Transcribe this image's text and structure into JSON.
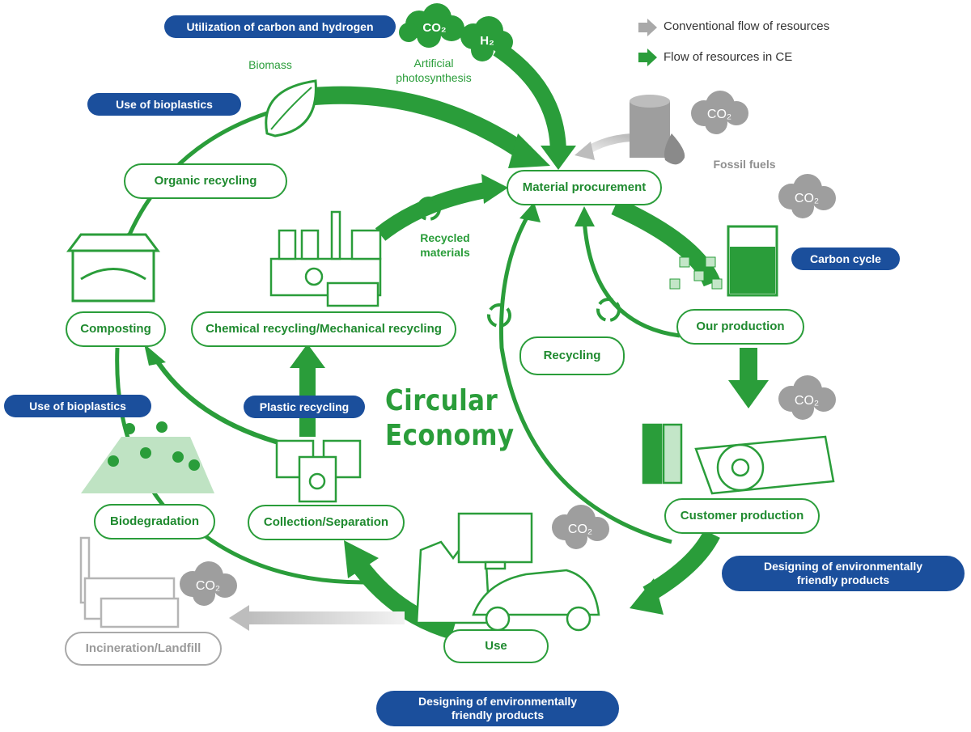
{
  "title_lines": [
    "Circular",
    "Economy"
  ],
  "legend": {
    "conventional": "Conventional flow of resources",
    "ce": "Flow of resources in CE"
  },
  "nodes": {
    "material_procurement": "Material procurement",
    "our_production": "Our production",
    "customer_production": "Customer production",
    "use": "Use",
    "collection_separation": "Collection/Separation",
    "chemical_mechanical_recycling": "Chemical recycling/Mechanical recycling",
    "composting": "Composting",
    "organic_recycling": "Organic recycling",
    "biodegradation": "Biodegradation",
    "recycling": "Recycling",
    "incineration_landfill": "Incineration/Landfill"
  },
  "tags": {
    "utilization_carbon_hydrogen": "Utilization of carbon and hydrogen",
    "use_of_bioplastics_top": "Use of bioplastics",
    "use_of_bioplastics_left": "Use of bioplastics",
    "plastic_recycling": "Plastic recycling",
    "carbon_cycle": "Carbon cycle",
    "designing_right": "Designing of environmentally friendly products",
    "designing_bottom": "Designing of environmentally friendly products"
  },
  "labels": {
    "biomass": "Biomass",
    "artificial_photosynthesis": "Artificial photosynthesis",
    "recycled_materials": "Recycled materials",
    "fossil_fuels": "Fossil fuels",
    "co2": "CO₂",
    "h2": "H₂"
  },
  "colors": {
    "green": "#2a9d3a",
    "blue": "#1b4f9c",
    "gray": "#a9a9a9"
  }
}
